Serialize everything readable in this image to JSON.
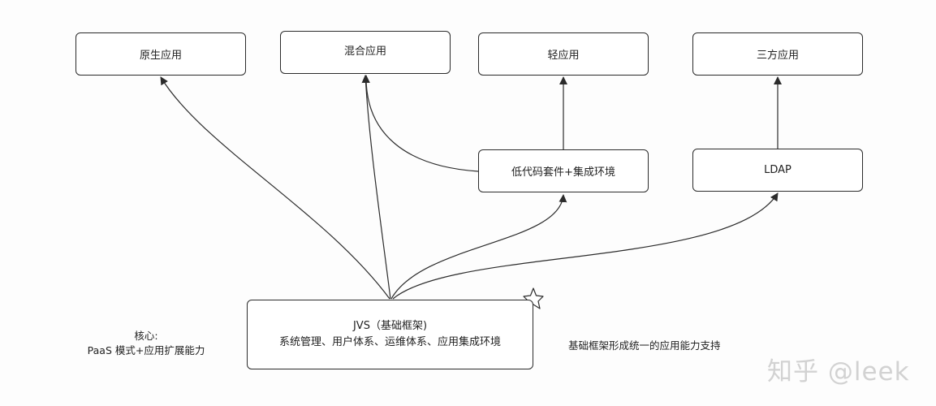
{
  "nodes": {
    "native": "原生应用",
    "hybrid": "混合应用",
    "light": "轻应用",
    "third_party": "三方应用",
    "lowcode": "低代码套件+集成环境",
    "ldap": "LDAP",
    "jvs_title": "JVS（基础框架)",
    "jvs_sub": "系统管理、用户体系、运维体系、应用集成环境"
  },
  "notes": {
    "core_label": "核心:",
    "core_text": "PaaS 模式+应用扩展能力",
    "right_text": "基础框架形成统一的应用能力支持"
  },
  "watermark": "知乎 @leek",
  "icons": {
    "favorite": "star-icon"
  },
  "colors": {
    "stroke": "#2b2b2b",
    "watermark": "#d2d2d2"
  }
}
